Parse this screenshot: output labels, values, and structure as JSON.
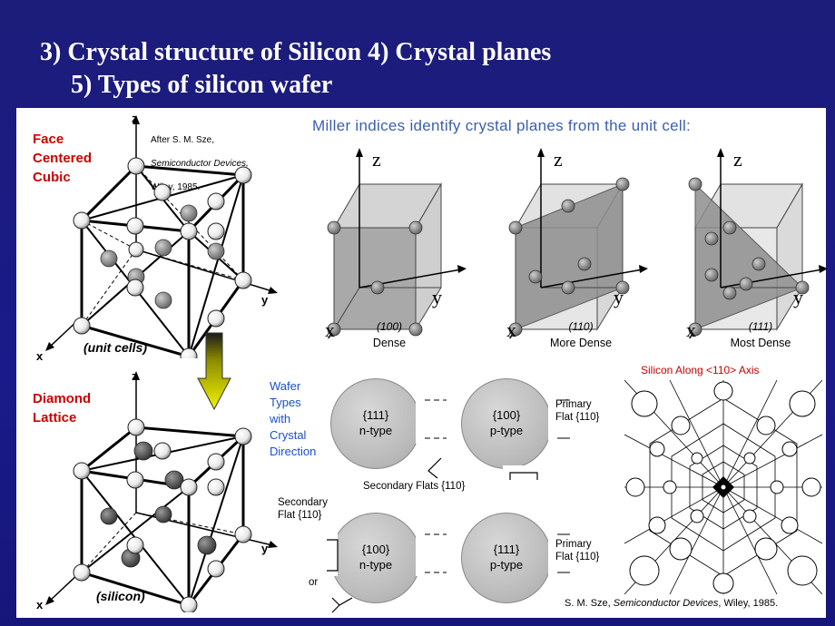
{
  "title": {
    "line1": "3) Crystal structure of Silicon 4) Crystal planes",
    "line2": "5) Types of silicon wafer"
  },
  "left": {
    "fcc_label": "Face\nCentered\nCubic",
    "credit_line1": "After S. M. Sze,",
    "credit_line2": "Semiconductor Devices,",
    "credit_line3": "Wiley, 1985.",
    "caption_top": "(unit cells)",
    "diamond_label": "Diamond\nLattice",
    "caption_bottom": "(silicon)",
    "axis_z": "z",
    "axis_y": "y",
    "axis_x": "x"
  },
  "miller": {
    "title": "Miller indices identify crystal planes from the unit cell:",
    "axis_z": "z",
    "axis_y": "y",
    "axis_x": "x",
    "planes": [
      {
        "code": "(100)",
        "desc": "Dense"
      },
      {
        "code": "(110)",
        "desc": "More Dense"
      },
      {
        "code": "(111)",
        "desc": "Most Dense"
      }
    ]
  },
  "wafers": {
    "types_label": "Wafer\nTypes\nwith\nCrystal\nDirection",
    "items": [
      {
        "plane": "{111}",
        "type": "n-type"
      },
      {
        "plane": "{100}",
        "type": "p-type"
      },
      {
        "plane": "{100}",
        "type": "n-type"
      },
      {
        "plane": "{111}",
        "type": "p-type"
      }
    ],
    "primary_flat": "Primary\nFlat {110}",
    "secondary_flats": "Secondary Flats {110}",
    "secondary_flat": "Secondary\nFlat {110}",
    "or": "or"
  },
  "silicon_view": {
    "title": "Silicon Along <110> Axis",
    "reference_prefix": "S. M. Sze, ",
    "reference_book": "Semiconductor Devices",
    "reference_suffix": ", Wiley, 1985."
  },
  "colors": {
    "background": "#1c1c7a",
    "title_text": "#ffffff",
    "red_label": "#cc0000",
    "blue_label": "#1a4fd0",
    "miller_title": "#3b5fb0",
    "arrow_yellow": "#e8e800"
  }
}
